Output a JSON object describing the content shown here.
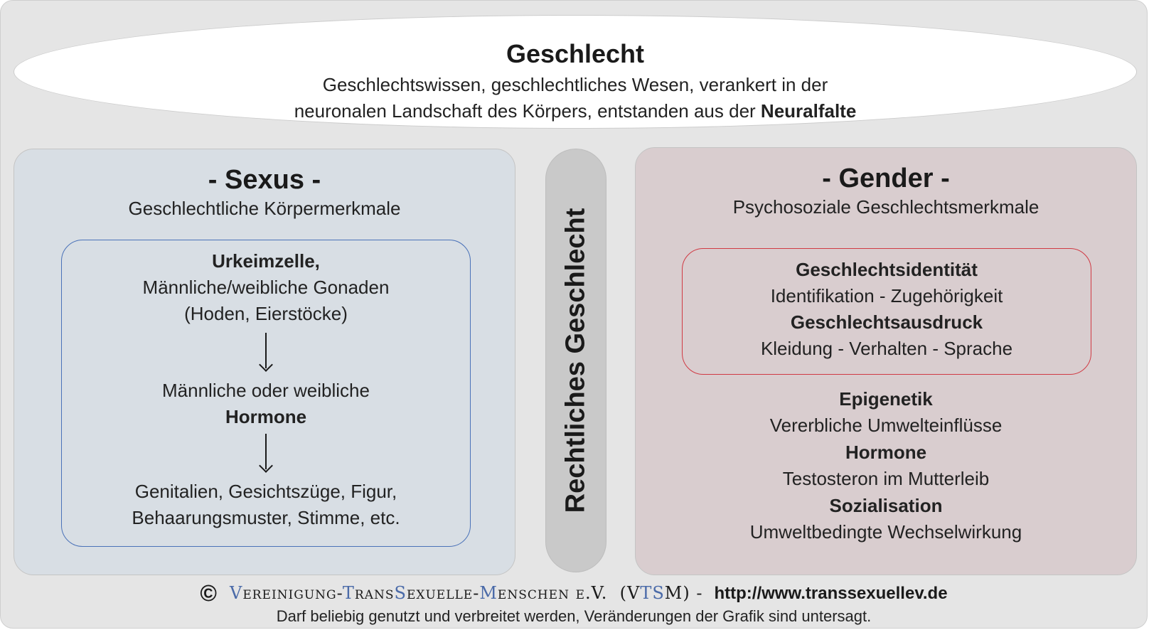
{
  "header": {
    "title": "Geschlecht",
    "line1": "Geschlechtswissen, geschlechtliches Wesen, verankert in der",
    "line2_prefix": "neuronalen Landschaft des Körpers, entstanden aus der ",
    "line2_bold": "Neuralfalte"
  },
  "sexus": {
    "title": "- Sexus -",
    "subtitle": "Geschlechtliche Körpermerkmale",
    "box": {
      "item1_bold": "Urkeimzelle,",
      "item1_line1": "Männliche/weibliche Gonaden",
      "item1_line2": "(Hoden, Eierstöcke)",
      "item2_line1": "Männliche oder weibliche",
      "item2_bold": "Hormone",
      "item3_line1": "Genitalien, Gesichtszüge, Figur,",
      "item3_line2": "Behaarungsmuster, Stimme, etc."
    }
  },
  "legal": {
    "label": "Rechtliches Geschlecht"
  },
  "gender": {
    "title": "- Gender -",
    "subtitle": "Psychosoziale Geschlechtsmerkmale",
    "box": {
      "identity_bold": "Geschlechtsidentität",
      "identity_text": "Identifikation - Zugehörigkeit",
      "expression_bold": "Geschlechtsausdruck",
      "expression_text": "Kleidung - Verhalten - Sprache"
    },
    "factors": [
      {
        "bold": "Epigenetik",
        "text": "Vererbliche Umwelteinflüsse"
      },
      {
        "bold": "Hormone",
        "text": "Testosteron im Mutterleib"
      },
      {
        "bold": "Sozialisation",
        "text": "Umweltbedingte Wechselwirkung"
      }
    ]
  },
  "footer": {
    "copyright": "©",
    "org_parts": [
      {
        "t": "V",
        "c": "#4a6aa8"
      },
      {
        "t": "ereinigung-",
        "c": "#1a1a1a"
      },
      {
        "t": "T",
        "c": "#4a6aa8"
      },
      {
        "t": "rans",
        "c": "#1a1a1a"
      },
      {
        "t": "S",
        "c": "#4a6aa8"
      },
      {
        "t": "exuelle-",
        "c": "#1a1a1a"
      },
      {
        "t": "M",
        "c": "#4a6aa8"
      },
      {
        "t": "enschen e.V.  (V",
        "c": "#1a1a1a"
      },
      {
        "t": "TS",
        "c": "#4a6aa8"
      },
      {
        "t": "M) -",
        "c": "#1a1a1a"
      }
    ],
    "url": "http://www.transsexuellev.de",
    "notice": "Darf beliebig genutzt und verbreitet werden, Veränderungen der Grafik sind untersagt."
  },
  "colors": {
    "accent_blue": "#4a72b8",
    "accent_red": "#d03a44",
    "sexus_panel": "#d8dee4",
    "gender_panel": "#d9cdcf"
  }
}
